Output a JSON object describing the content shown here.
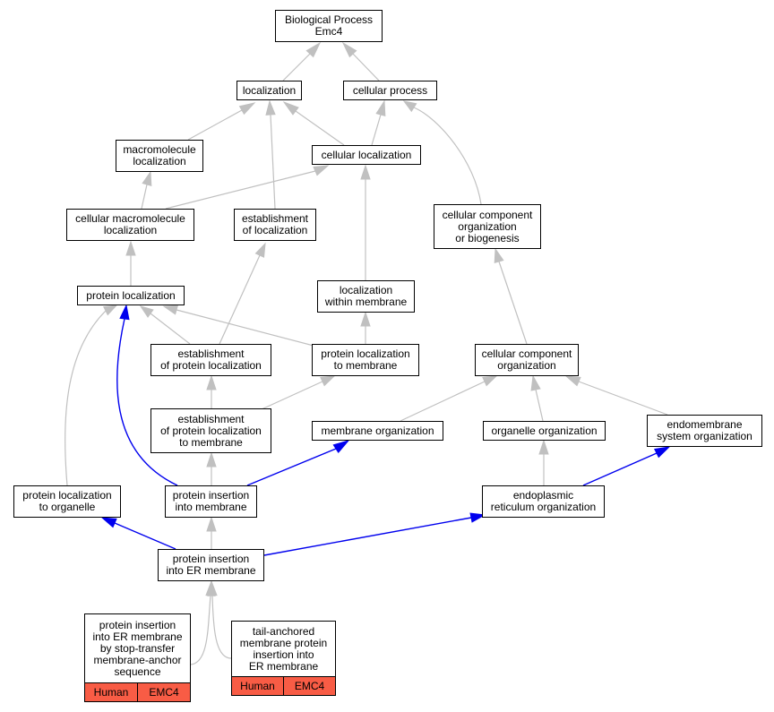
{
  "colors": {
    "edge": "#c0c0c0",
    "highlight": "#0000ee",
    "tag": "#f85c45"
  },
  "nodes": {
    "root": [
      "Biological Process",
      "Emc4"
    ],
    "localization": [
      "localization"
    ],
    "cellular_process": [
      "cellular process"
    ],
    "macromolecule_localization": [
      "macromolecule",
      "localization"
    ],
    "cellular_localization": [
      "cellular localization"
    ],
    "cellular_macromolecule_localization": [
      "cellular macromolecule",
      "localization"
    ],
    "establishment_of_localization": [
      "establishment",
      "of localization"
    ],
    "ccob": [
      "cellular component",
      "organization",
      "or biogenesis"
    ],
    "protein_localization": [
      "protein localization"
    ],
    "localization_within_membrane": [
      "localization",
      "within membrane"
    ],
    "establishment_of_protein_localization": [
      "establishment",
      "of protein localization"
    ],
    "protein_localization_to_membrane": [
      "protein localization",
      "to membrane"
    ],
    "cellular_component_organization": [
      "cellular component",
      "organization"
    ],
    "eplm": [
      "establishment",
      "of protein localization",
      "to membrane"
    ],
    "membrane_organization": [
      "membrane organization"
    ],
    "organelle_organization": [
      "organelle organization"
    ],
    "endomembrane_system_organization": [
      "endomembrane",
      "system organization"
    ],
    "protein_localization_to_organelle": [
      "protein localization",
      "to organelle"
    ],
    "protein_insertion_into_membrane": [
      "protein insertion",
      "into membrane"
    ],
    "er_organization": [
      "endoplasmic",
      "reticulum organization"
    ],
    "protein_insertion_into_er_membrane": [
      "protein insertion",
      "into ER membrane"
    ]
  },
  "leaves": {
    "stop_transfer": {
      "label": [
        "protein insertion",
        "into ER membrane",
        "by stop-transfer",
        "membrane-anchor",
        "sequence"
      ],
      "tags": [
        "Human",
        "EMC4"
      ]
    },
    "tail_anchored": {
      "label": [
        "tail-anchored",
        "membrane protein",
        "insertion into",
        "ER membrane"
      ],
      "tags": [
        "Human",
        "EMC4"
      ]
    }
  }
}
